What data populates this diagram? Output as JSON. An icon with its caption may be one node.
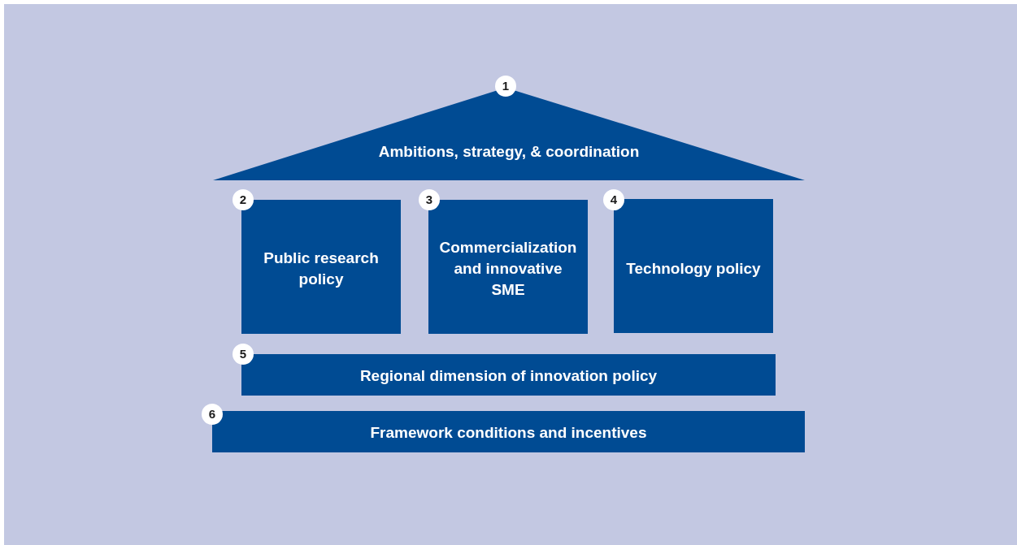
{
  "diagram": {
    "nodes": [
      {
        "text": [
          "Ambitions, strategy, & coordination"
        ],
        "beside": [
          "1"
        ]
      },
      {
        "text": [
          "Public research policy"
        ],
        "beside": [
          "2"
        ]
      },
      {
        "text": [
          "Commercialization and innovative SME"
        ],
        "beside": [
          "3"
        ]
      },
      {
        "text": [
          "Technology policy"
        ],
        "beside": [
          "4"
        ]
      },
      {
        "text": [
          "Regional dimension of innovation policy"
        ],
        "beside": [
          "5"
        ]
      },
      {
        "text": [
          "Framework conditions and incentives"
        ],
        "beside": [
          "6"
        ]
      }
    ],
    "edges": []
  }
}
